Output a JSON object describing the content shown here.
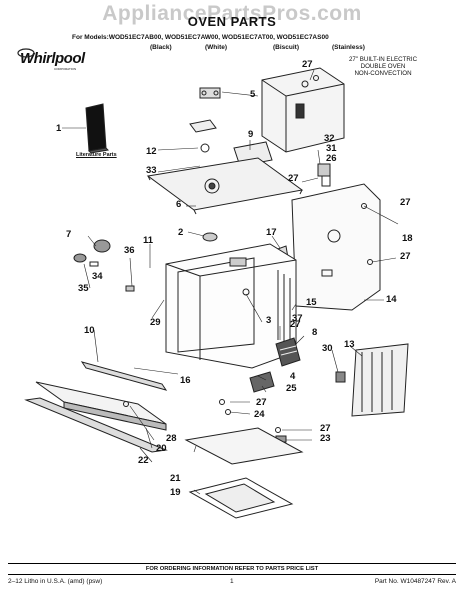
{
  "watermark": "AppliancePartsPros.com",
  "title": "OVEN PARTS",
  "models_line": "For Models:WOD51EC7AB00, WOD51EC7AW00, WOD51EC7AT00, WOD51EC7AS00",
  "finishes": [
    "(Black)",
    "(White)",
    "(Biscuit)",
    "(Stainless)"
  ],
  "brand": {
    "name": "Whirlpool",
    "corp": "CORPORATION"
  },
  "oven_description": [
    "27\" BUILT-IN ELECTRIC",
    "DOUBLE OVEN",
    "NON-CONVECTION"
  ],
  "literature_label": "Literature Parts",
  "callouts": {
    "c1": "1",
    "c2": "2",
    "c3": "3",
    "c4": "4",
    "c5": "5",
    "c6": "6",
    "c7": "7",
    "c8": "8",
    "c9": "9",
    "c10": "10",
    "c11": "11",
    "c12": "12",
    "c13": "13",
    "c14": "14",
    "c15": "15",
    "c16": "16",
    "c17": "17",
    "c18": "18",
    "c19": "19",
    "c20": "20",
    "c21": "21",
    "c22": "22",
    "c23": "23",
    "c24": "24",
    "c25": "25",
    "c26": "26",
    "c27": "27",
    "c28": "28",
    "c29": "29",
    "c30": "30",
    "c31": "31",
    "c32": "32",
    "c33": "33",
    "c34": "34",
    "c35": "35",
    "c36": "36",
    "c37": "37"
  },
  "footer": {
    "ordering_info": "FOR ORDERING INFORMATION REFER TO PARTS PRICE LIST",
    "litho": "2–12 Litho in U.S.A. (amd) (psw)",
    "page": "1",
    "part_no": "Part No. W10487247 Rev. A"
  }
}
